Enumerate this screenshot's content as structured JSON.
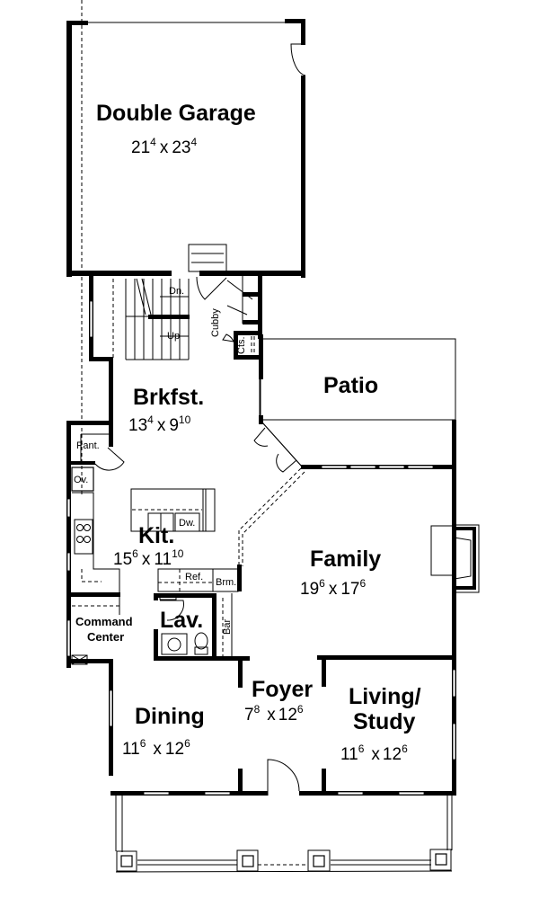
{
  "plan": {
    "rooms": [
      {
        "id": "garage",
        "name": "Double Garage",
        "dim": {
          "w": "21",
          "w_in": "4",
          "h": "23",
          "h_in": "4"
        }
      },
      {
        "id": "brkfst",
        "name": "Brkfst.",
        "dim": {
          "w": "13",
          "w_in": "4",
          "h": "9",
          "h_in": "10"
        }
      },
      {
        "id": "patio",
        "name": "Patio"
      },
      {
        "id": "kit",
        "name": "Kit.",
        "dim": {
          "w": "15",
          "w_in": "6",
          "h": "11",
          "h_in": "10"
        }
      },
      {
        "id": "family",
        "name": "Family",
        "dim": {
          "w": "19",
          "w_in": "6",
          "h": "17",
          "h_in": "6"
        }
      },
      {
        "id": "lav",
        "name": "Lav."
      },
      {
        "id": "command",
        "name_line1": "Command",
        "name_line2": "Center"
      },
      {
        "id": "dining",
        "name": "Dining",
        "dim": {
          "w": "11",
          "w_in": "6",
          "h": "12",
          "h_in": "6"
        }
      },
      {
        "id": "foyer",
        "name": "Foyer",
        "dim": {
          "w": "7",
          "w_in": "8",
          "h": "12",
          "h_in": "6"
        }
      },
      {
        "id": "living",
        "name_line1": "Living/",
        "name_line2": "Study",
        "dim": {
          "w": "11",
          "w_in": "6",
          "h": "12",
          "h_in": "6"
        }
      }
    ],
    "small_labels": {
      "dn": "Dn.",
      "up": "Up",
      "cubby": "Cubby",
      "cts": "Cts.",
      "pant": "Pant.",
      "ov": "Ov.",
      "dw": "Dw.",
      "ref": "Ref.",
      "brm": "Brm.",
      "bar": "Bar"
    },
    "separator": "x"
  }
}
